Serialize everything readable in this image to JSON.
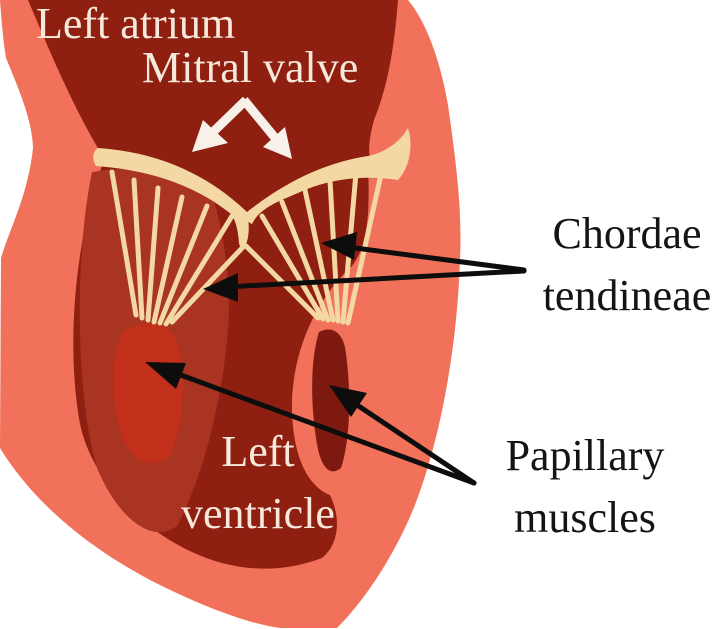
{
  "figure": {
    "labels": {
      "left_atrium": "Left atrium",
      "mitral_valve": "Mitral valve",
      "chordae_line1": "Chordae",
      "chordae_line2": "tendineae",
      "papillary_line1": "Papillary",
      "papillary_line2": "muscles",
      "ventricle_line1": "Left",
      "ventricle_line2": "ventricle"
    },
    "colors": {
      "background": "#ffffff",
      "outer_wall": "#f2715a",
      "chamber": "#8f2011",
      "inner_wall": "#a93422",
      "papillary_left": "#c2301b",
      "papillary_right_shadow": "#7d190e",
      "valve_cream": "#f3d8a4",
      "light_text": "#f6e8da",
      "dark_text": "#141414",
      "black_arrow": "#0d0d0d",
      "white_arrow": "#f8f1e9"
    }
  }
}
